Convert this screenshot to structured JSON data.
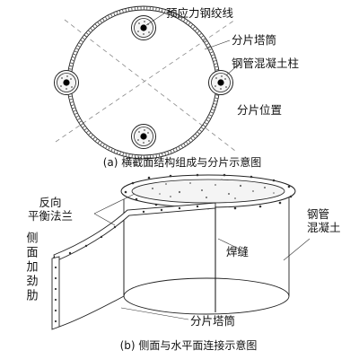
{
  "part_a": {
    "labels": {
      "prestressed_strand": "预应力钢绞线",
      "segmented_tower": "分片塔筒",
      "cfst_column": "钢管混凝土柱",
      "segment_position": "分片位置"
    },
    "caption": "(a) 横截面结构组成与分片示意图"
  },
  "part_b": {
    "labels": {
      "reverse_flange_line1": "反向",
      "reverse_flange_line2": "平衡法兰",
      "steel_tube_line1": "钢管",
      "steel_tube_line2": "混凝土",
      "weld": "焊缝",
      "side_stiffener": "侧面加劲肋",
      "segmented_tower": "分片塔筒"
    },
    "caption": "(b) 侧面与水平面连接示意图"
  },
  "colors": {
    "line": "#222222",
    "dashed_guide": "#888888",
    "concrete_fill": "#f4f4f4",
    "strand_fill": "#000000"
  }
}
